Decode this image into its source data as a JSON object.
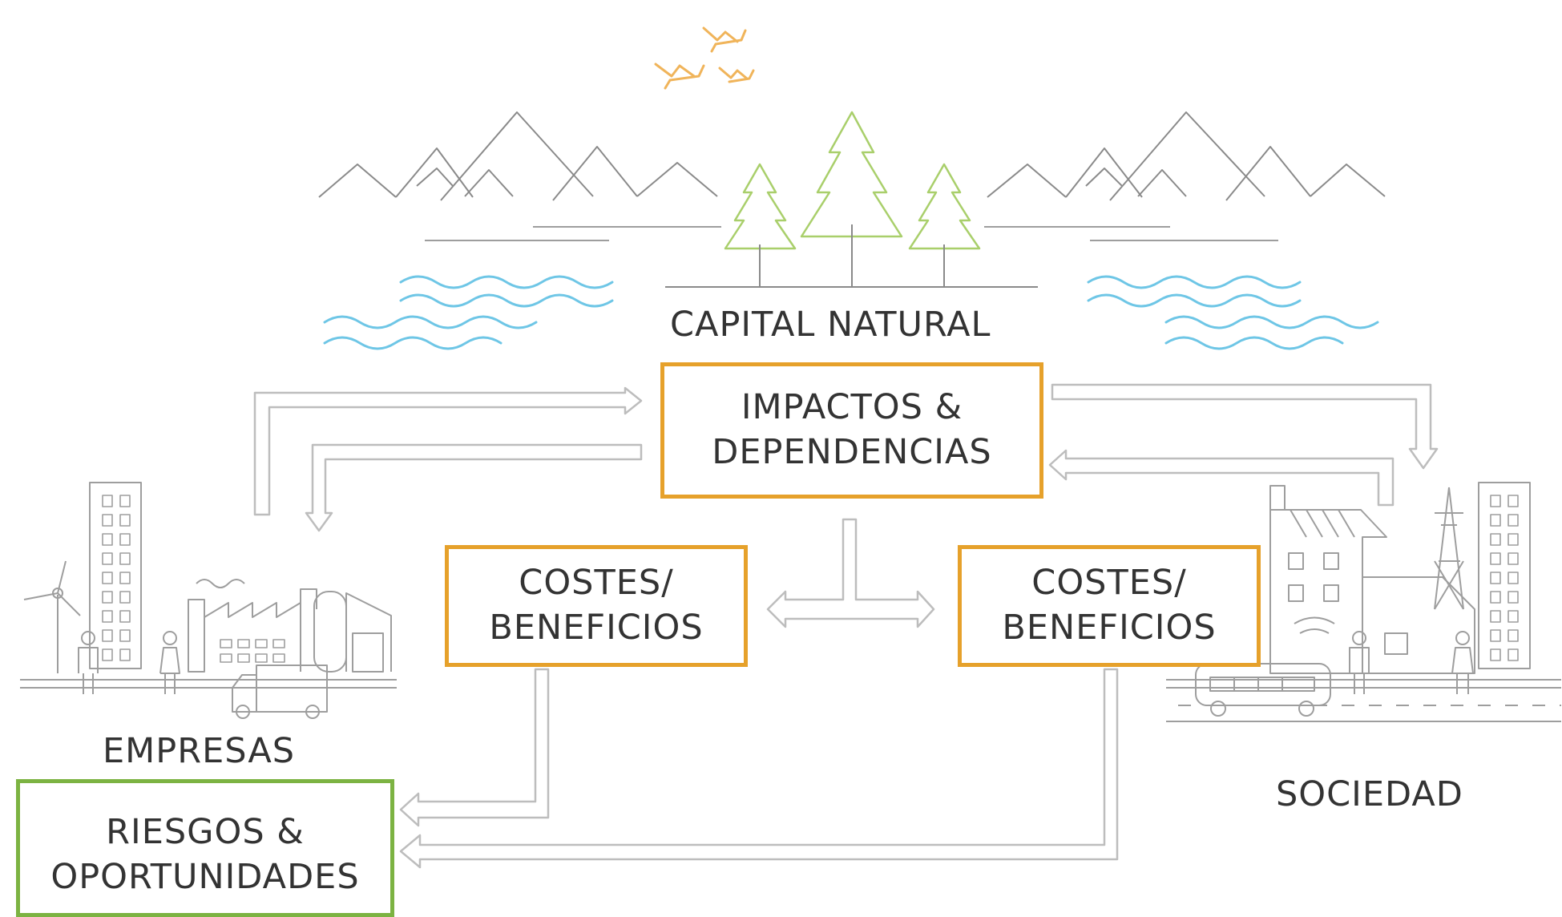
{
  "labels": {
    "capital_natural": "CAPITAL NATURAL",
    "empresas": "EMPRESAS",
    "sociedad": "SOCIEDAD"
  },
  "boxes": {
    "impactos": {
      "line1": "IMPACTOS &",
      "line2": "DEPENDENCIAS"
    },
    "costes_left": {
      "line1": "COSTES/",
      "line2": "BENEFICIOS"
    },
    "costes_right": {
      "line1": "COSTES/",
      "line2": "BENEFICIOS"
    },
    "riesgos": {
      "line1": "RIESGOS &",
      "line2": "OPORTUNIDADES"
    }
  },
  "colors": {
    "box_orange": "#E6A12B",
    "box_green": "#7CB342",
    "water": "#6EC6E6",
    "trees": "#A9CF6B",
    "birds": "#F0B45A",
    "line_grey": "#9E9E9E"
  },
  "icons": [
    "birds-icon",
    "mountains-icon",
    "trees-icon",
    "water-icon",
    "factory-icon",
    "city-icon"
  ]
}
